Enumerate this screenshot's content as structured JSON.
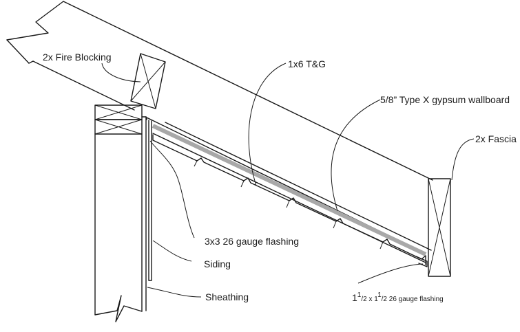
{
  "labels": {
    "fire_blocking": "2x Fire Blocking",
    "tg": "1x6 T&G",
    "wallboard": "5/8” Type X gypsum wallboard",
    "fascia": "2x Fascia",
    "flashing_3x3": "3x3 26 gauge flashing",
    "siding": "Siding",
    "sheathing": "Sheathing",
    "flashing_small_prefix": "1",
    "flashing_small_sup1": "1",
    "flashing_small_den1": "/2 x 1",
    "flashing_small_sup2": "1",
    "flashing_small_suffix": "/2 26 gauge flashing"
  },
  "colors": {
    "line": "#1a1a1a",
    "wallboard": "#a8a8a8"
  }
}
